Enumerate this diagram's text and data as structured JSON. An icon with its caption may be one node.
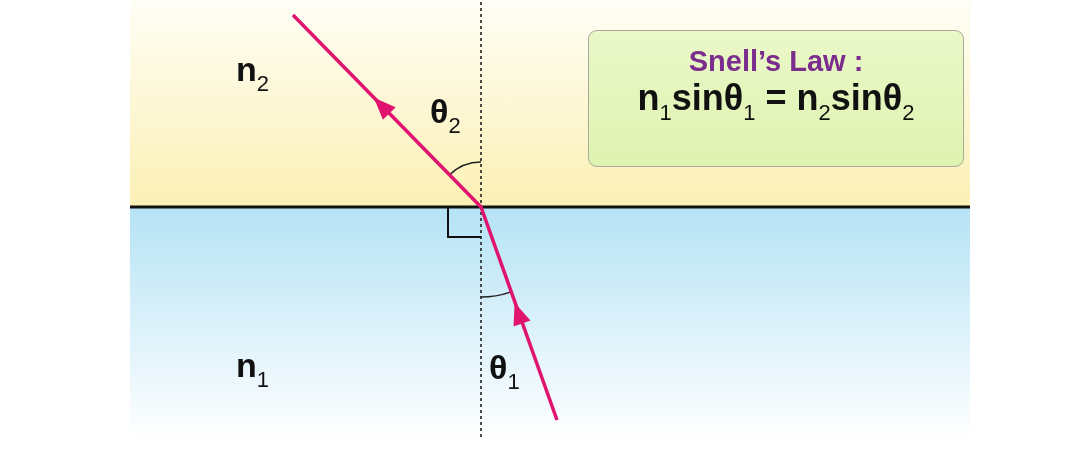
{
  "diagram": {
    "nodes": [
      {
        "text": [
          "Snell’s Law :",
          "n$_{1}$sinθ$_{1}$ = n$_{2}$sinθ$_{2}$"
        ]
      }
    ],
    "labels": [
      "n$_{2}$",
      "θ$_{2}$",
      "θ$_{1}$",
      "n$_{1}$"
    ]
  }
}
